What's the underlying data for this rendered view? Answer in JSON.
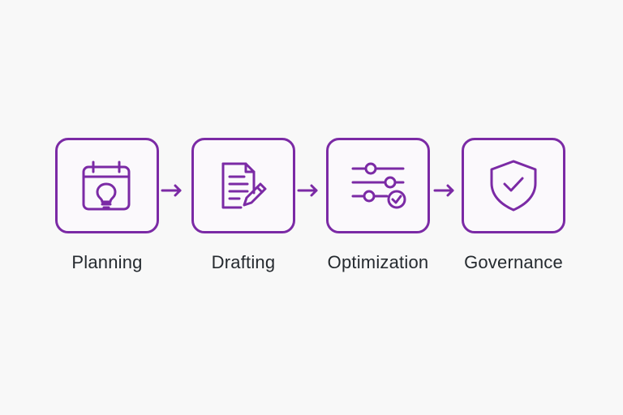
{
  "colors": {
    "background": "#f8f8f8",
    "accent": "#7b2aa5",
    "label_text": "#252a2f"
  },
  "steps": [
    {
      "label": "Planning",
      "icon": "calendar-lightbulb-icon"
    },
    {
      "label": "Drafting",
      "icon": "document-pencil-icon"
    },
    {
      "label": "Optimization",
      "icon": "sliders-check-icon"
    },
    {
      "label": "Governance",
      "icon": "shield-check-icon"
    }
  ],
  "connectors": [
    "arrow-right-icon",
    "arrow-right-icon",
    "arrow-right-icon"
  ]
}
